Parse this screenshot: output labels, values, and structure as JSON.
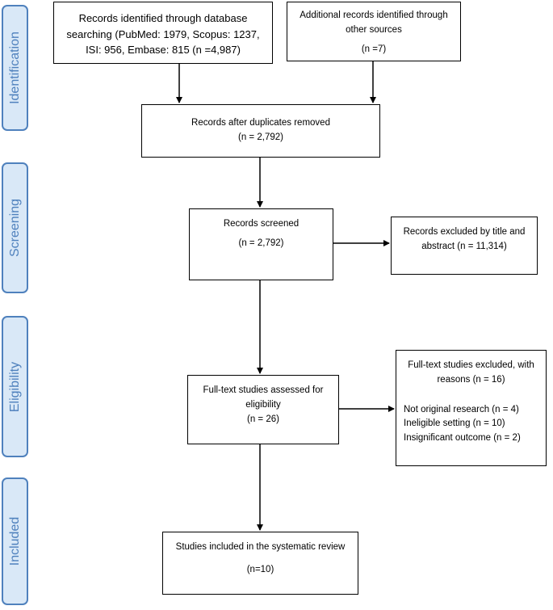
{
  "phases": {
    "identification": "Identification",
    "screening": "Screening",
    "eligibility": "Eligibility",
    "included": "Included"
  },
  "boxes": {
    "db_search": {
      "line1": "Records identified through database",
      "line2": "searching (PubMed: 1979, Scopus: 1237,",
      "line3": "ISI: 956, Embase: 815 (n =4,987)"
    },
    "additional": {
      "line1": "Additional records identified through",
      "line2": "other sources",
      "line3": "(n =7)"
    },
    "duplicates_removed": {
      "line1": "Records after duplicates removed",
      "line2": "(n = 2,792)"
    },
    "screened": {
      "line1": "Records screened",
      "line2": "(n = 2,792)"
    },
    "excluded_title": {
      "line1": "Records excluded by title and",
      "line2": "abstract (n = 11,314)"
    },
    "fulltext_assessed": {
      "line1": "Full-text studies assessed for",
      "line2": "eligibility",
      "line3": "(n = 26)"
    },
    "fulltext_excluded": {
      "line1": "Full-text studies excluded, with",
      "line2": "reasons (n = 16)",
      "reasons": [
        "Not original research (n = 4)",
        "Ineligible setting (n = 10)",
        "Insignificant outcome (n = 2)"
      ]
    },
    "included": {
      "line1": "Studies included in the systematic review",
      "line2": "(n=10)"
    }
  },
  "colors": {
    "phase_fill": "#d9e8f7",
    "phase_border": "#4f81bd",
    "phase_text": "#4f81bd"
  }
}
